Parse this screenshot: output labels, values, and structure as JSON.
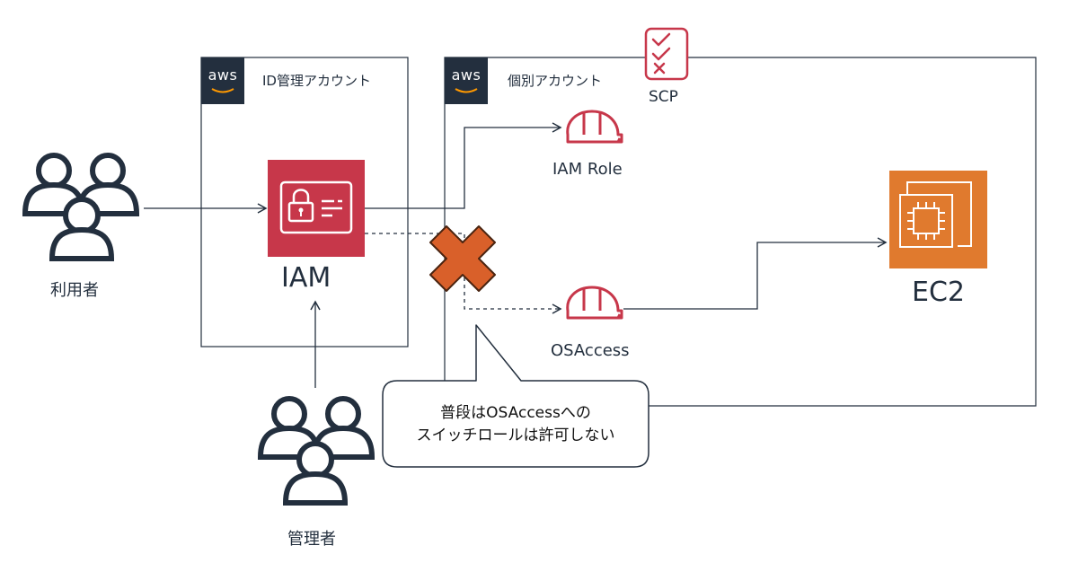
{
  "accounts": {
    "id_account": {
      "badge": "aws",
      "label": "ID管理アカウント"
    },
    "member_account": {
      "badge": "aws",
      "label": "個別アカウント"
    }
  },
  "scp": {
    "label": "SCP",
    "icon": "checklist-icon"
  },
  "nodes": {
    "users": {
      "label": "利用者",
      "icon": "users-icon"
    },
    "admins": {
      "label": "管理者",
      "icon": "users-icon"
    },
    "iam": {
      "label": "IAM",
      "icon": "iam-identity-icon",
      "color": "#c7374a"
    },
    "iam_role": {
      "label": "IAM Role",
      "icon": "helmet-icon",
      "color": "#c7374a"
    },
    "osaccess": {
      "label": "OSAccess",
      "icon": "helmet-icon",
      "color": "#c7374a"
    },
    "ec2": {
      "label": "EC2",
      "icon": "chip-icon",
      "color": "#e07a2e"
    }
  },
  "deny_mark": {
    "icon": "cross-icon",
    "color": "#d9602a"
  },
  "callout": {
    "line1": "普段はOSAccessへの",
    "line2": "スイッチロールは許可しない"
  }
}
